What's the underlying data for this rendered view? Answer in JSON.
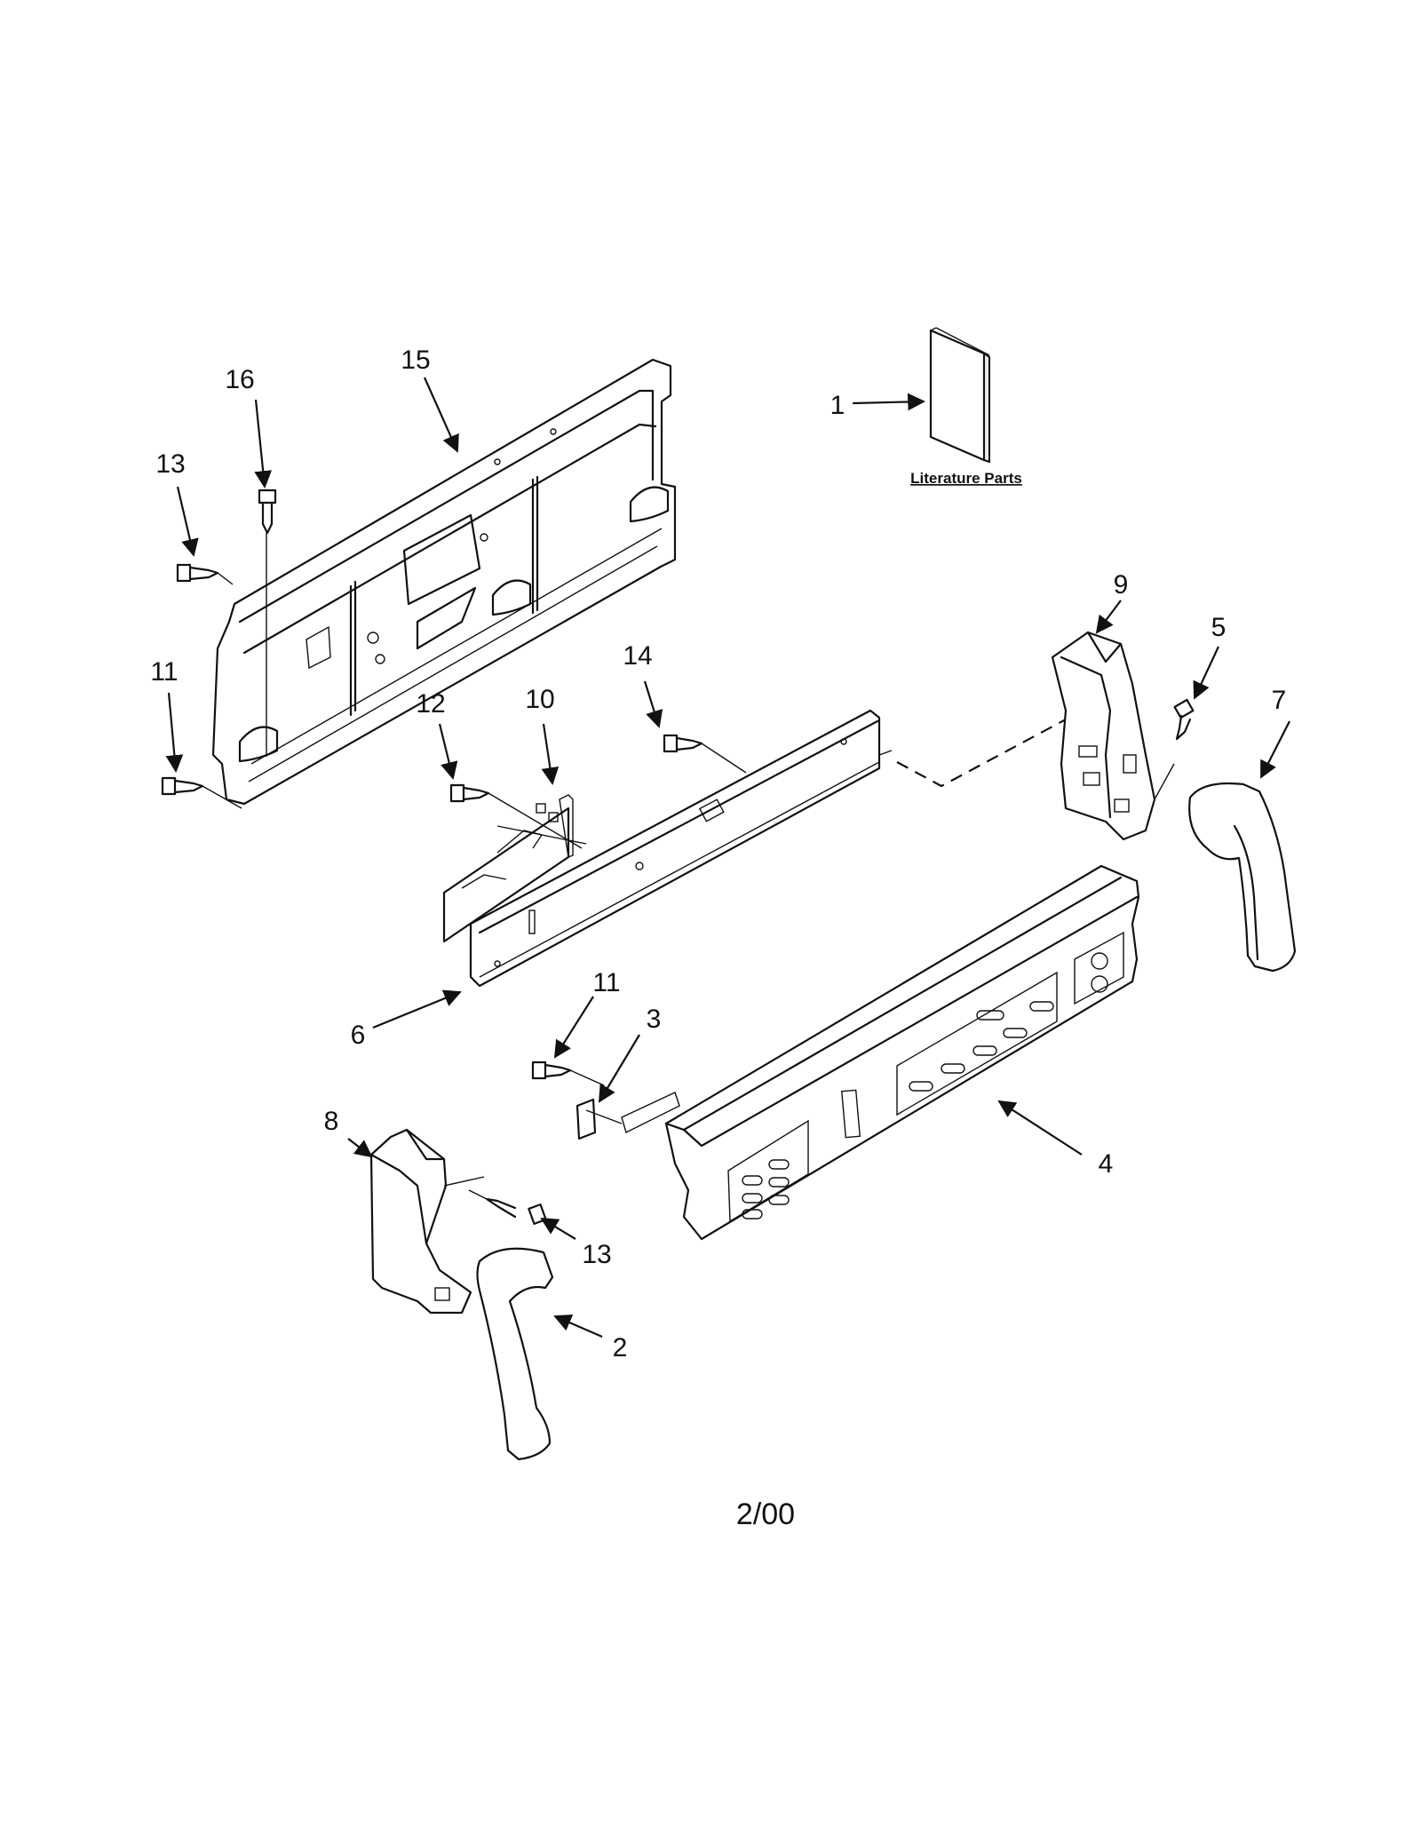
{
  "diagram": {
    "callouts": {
      "c1": "1",
      "c2": "2",
      "c3": "3",
      "c4": "4",
      "c5": "5",
      "c6": "6",
      "c7": "7",
      "c8": "8",
      "c9": "9",
      "c10": "10",
      "c11a": "11",
      "c11b": "11",
      "c12": "12",
      "c13a": "13",
      "c13b": "13",
      "c14": "14",
      "c15": "15",
      "c16": "16"
    },
    "literature_label": "Literature Parts",
    "date_code": "2/00"
  }
}
